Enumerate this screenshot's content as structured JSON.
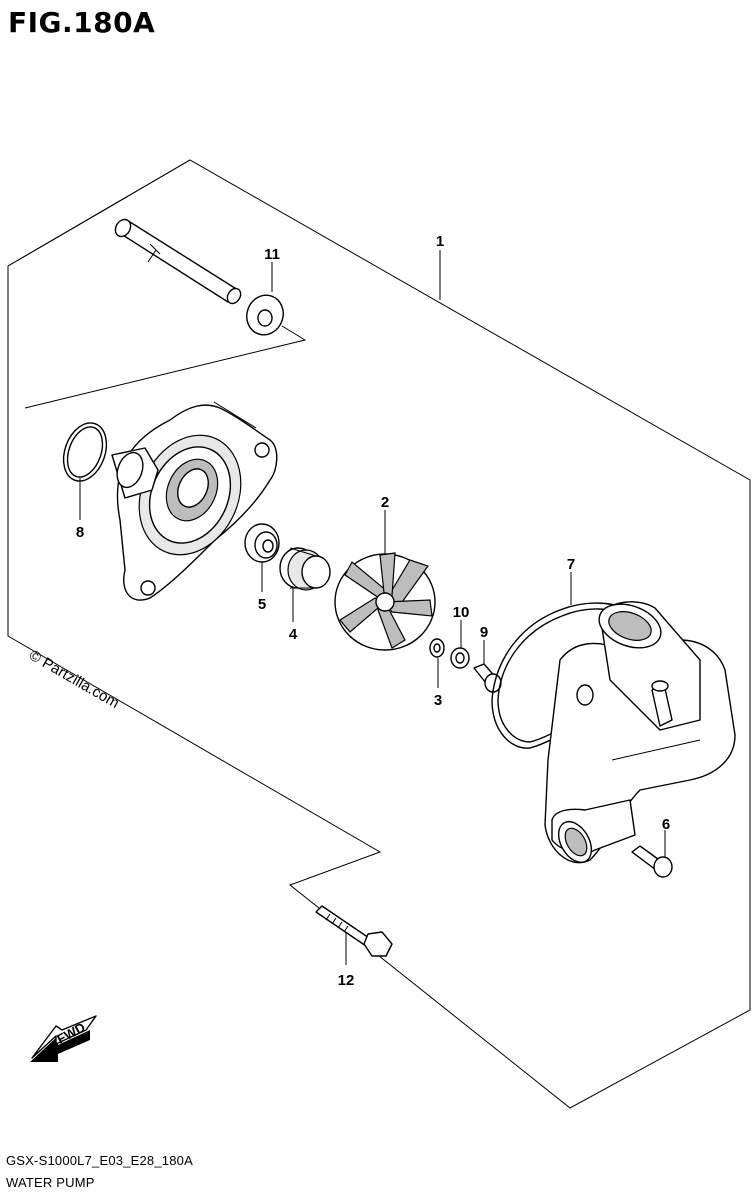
{
  "figure": {
    "title": "FIG.180A"
  },
  "watermark": "© Partzilla.com",
  "callouts": [
    "1",
    "2",
    "3",
    "4",
    "5",
    "6",
    "7",
    "8",
    "9",
    "10",
    "11",
    "12"
  ],
  "fwd_label": "FWD",
  "footer": {
    "model_code": "GSX-S1000L7_E03_E28_180A",
    "group_name": "WATER PUMP"
  }
}
